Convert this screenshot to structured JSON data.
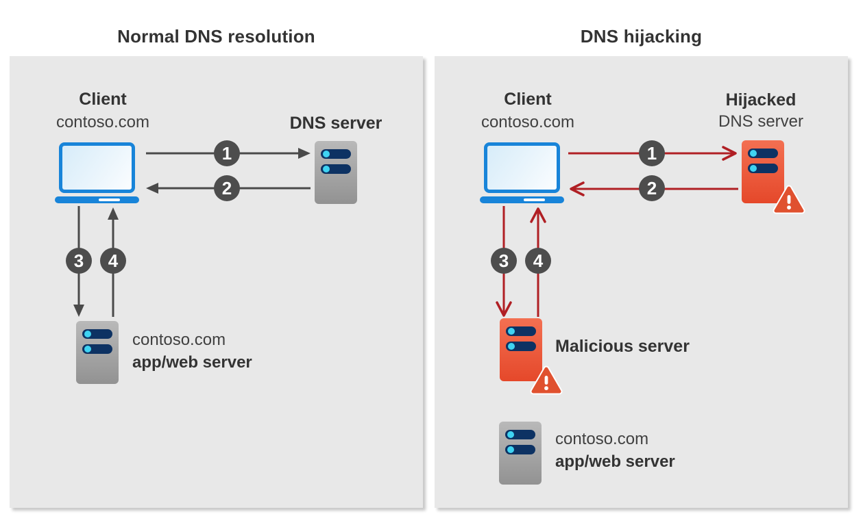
{
  "colors": {
    "panel_bg": "#E8E8E8",
    "text_dark": "#333333",
    "text_regular": "#404040",
    "arrow_gray": "#4A4A4A",
    "badge_gray": "#4D4D4D",
    "arrow_red": "#B01F24",
    "laptop_blue": "#1884D9",
    "server_gray_top": "#B9B9B9",
    "server_gray_bottom": "#929292",
    "server_orange_top": "#F37052",
    "server_orange_bottom": "#E5482A",
    "pill_navy": "#0D3263",
    "pill_dot_cyan": "#3FD3F2",
    "warning_orange": "#E0512F"
  },
  "left_panel": {
    "title": "Normal DNS resolution",
    "client": {
      "name": "Client",
      "domain": "contoso.com"
    },
    "dns_server_label": "DNS server",
    "steps": [
      "1",
      "2",
      "3",
      "4"
    ],
    "app_server": {
      "line1": "contoso.com",
      "line2": "app/web server"
    }
  },
  "right_panel": {
    "title": "DNS hijacking",
    "client": {
      "name": "Client",
      "domain": "contoso.com"
    },
    "hijacked_server_label": {
      "line1": "Hijacked",
      "line2": "DNS server"
    },
    "malicious_server_label": "Malicious server",
    "steps": [
      "1",
      "2",
      "3",
      "4"
    ],
    "app_server": {
      "line1": "contoso.com",
      "line2": "app/web server"
    }
  }
}
